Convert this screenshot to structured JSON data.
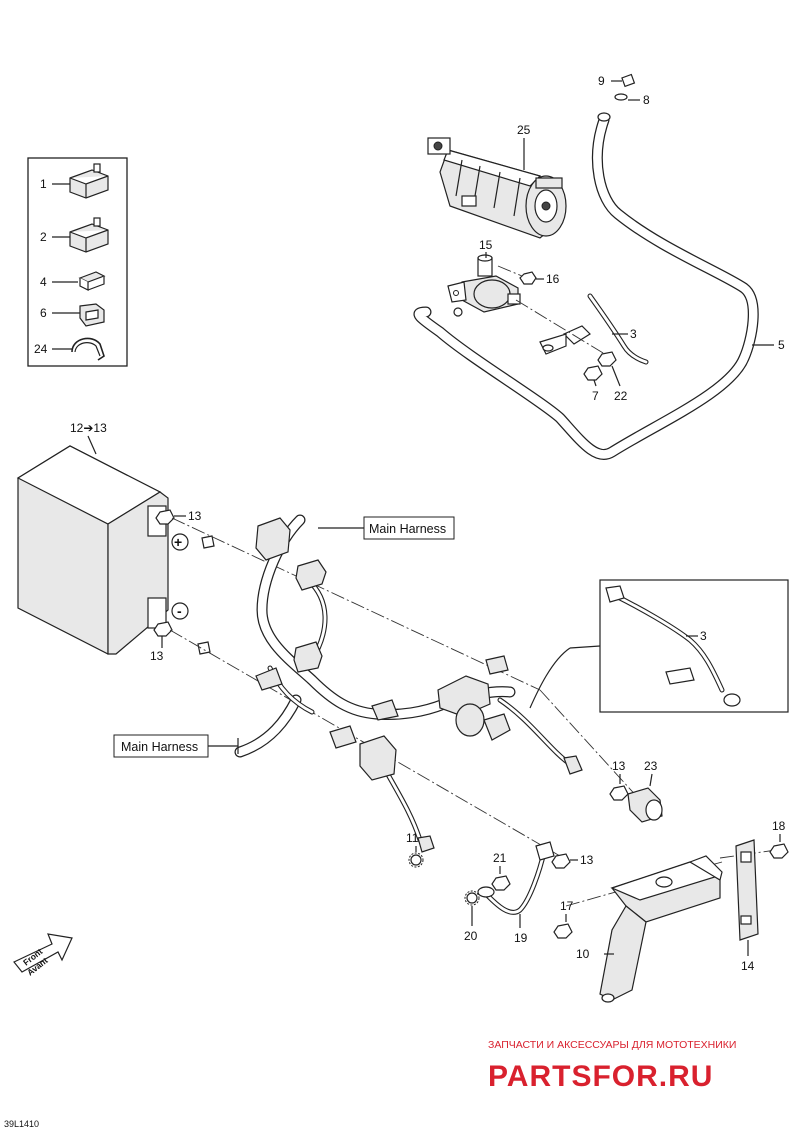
{
  "callouts": {
    "c1": "1",
    "c2": "2",
    "c4": "4",
    "c6": "6",
    "c24": "24",
    "c25": "25",
    "c9": "9",
    "c8": "8",
    "c15": "15",
    "c16": "16",
    "c3a": "3",
    "c5": "5",
    "c7": "7",
    "c22": "22",
    "c12": "12➔13",
    "c13a": "13",
    "c13b": "13",
    "c3b": "3",
    "c13c": "13",
    "c23": "23",
    "c11": "11",
    "c21": "21",
    "c13d": "13",
    "c18": "18",
    "c17": "17",
    "c20": "20",
    "c19": "19",
    "c10": "10",
    "c14": "14"
  },
  "labels": {
    "main_harness_top": "Main Harness",
    "main_harness_left": "Main Harness",
    "plus": "+",
    "minus": "-",
    "front_line1": "Front",
    "front_line2": "Avant"
  },
  "watermark": {
    "subtitle": "ЗАПЧАСТИ И АКСЕССУАРЫ ДЛЯ МОТОТЕХНИКИ",
    "brand": "PARTSFOR.RU",
    "color": "#d9212e"
  },
  "diagram_code": "39L1410"
}
